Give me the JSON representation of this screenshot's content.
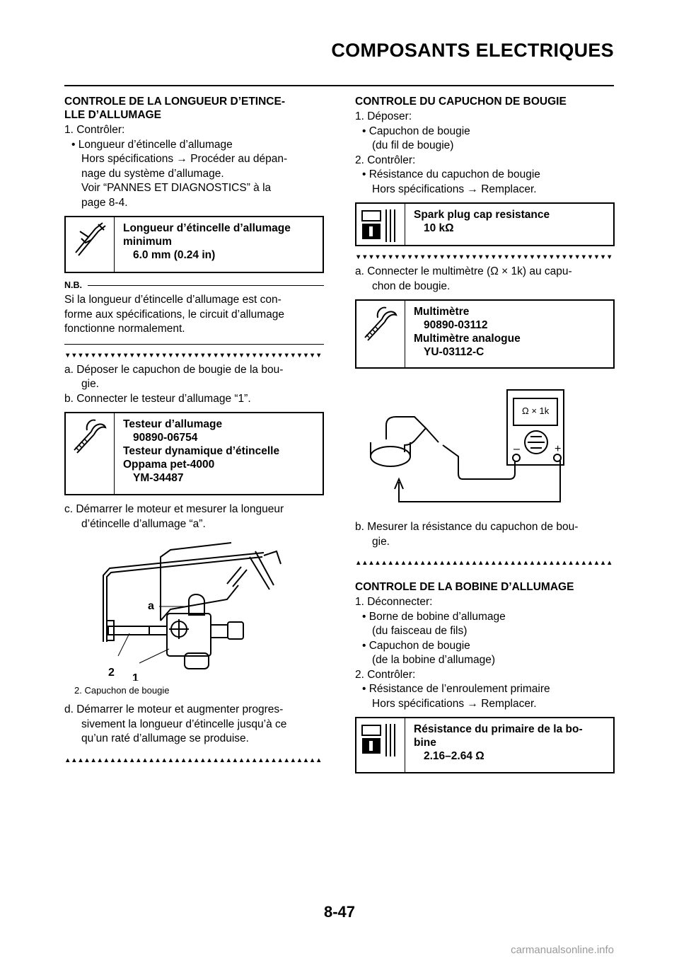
{
  "header": {
    "title": "COMPOSANTS ELECTRIQUES"
  },
  "left": {
    "section1": {
      "title_line1": "CONTROLE DE LA LONGUEUR D’ETINCE-",
      "title_line2": "LLE D’ALLUMAGE",
      "step1": "1. Contrôler:",
      "bullet1": "• Longueur d’étincelle d’allumage",
      "sub1": "Hors spécifications → Procéder au dépan-",
      "sub2": "nage du système d’allumage.",
      "sub3": "Voir “PANNES ET DIAGNOSTICS” à la",
      "sub4": "page 8-4.",
      "spec": {
        "line1": "Longueur d’étincelle d’allumage",
        "line2": "minimum",
        "value": "6.0 mm (0.24 in)"
      },
      "nb_label": "N.B.",
      "nb_text1": "Si la longueur d’étincelle d’allumage est con-",
      "nb_text2": "forme aux spécifications, le circuit d’allumage",
      "nb_text3": "fonctionne normalement.",
      "step_a1": "a. Déposer le capuchon de bougie de la bou-",
      "step_a2": "gie.",
      "step_b": "b. Connecter le testeur d’allumage “1”.",
      "tool": {
        "line1": "Testeur d’allumage",
        "line2": "90890-06754",
        "line3": "Testeur dynamique d’étincelle",
        "line4": "Oppama pet-4000",
        "line5": "YM-34487"
      },
      "step_c1": "c. Démarrer le moteur et mesurer la longueur",
      "step_c2": "d’étincelle d’allumage “a”.",
      "fig_label_a": "a",
      "fig_label_1": "1",
      "fig_label_2": "2",
      "caption": "2. Capuchon de bougie",
      "step_d1": "d. Démarrer le moteur et augmenter progres-",
      "step_d2": "sivement la longueur d’étincelle jusqu’à ce",
      "step_d3": "qu’un raté d’allumage se produise."
    }
  },
  "right": {
    "section2": {
      "title": "CONTROLE DU CAPUCHON DE BOUGIE",
      "step1": "1. Déposer:",
      "bullet1": "• Capuchon de bougie",
      "bullet1b": "(du fil de bougie)",
      "step2": "2. Contrôler:",
      "bullet2": "• Résistance du capuchon de bougie",
      "bullet2b": "Hors spécifications → Remplacer.",
      "spec": {
        "line1": "Spark plug cap resistance",
        "value": "10 kΩ"
      },
      "step_a1": "a. Connecter le multimètre (Ω × 1k) au capu-",
      "step_a2": "chon de bougie.",
      "tool": {
        "line1": "Multimètre",
        "line2": "90890-03112",
        "line3": "Multimètre analogue",
        "line4": "YU-03112-C"
      },
      "meter_label": "Ω × 1k",
      "minus": "–",
      "plus": "+",
      "step_b1": "b. Mesurer la résistance du capuchon de bou-",
      "step_b2": "gie."
    },
    "section3": {
      "title": "CONTROLE DE LA BOBINE D’ALLUMAGE",
      "step1": "1. Déconnecter:",
      "bullet1": "• Borne de bobine d’allumage",
      "bullet1b": "(du faisceau de fils)",
      "bullet2": "• Capuchon de bougie",
      "bullet2b": "(de la bobine d’allumage)",
      "step2": "2. Contrôler:",
      "bullet3": "• Résistance de l’enroulement primaire",
      "bullet3b": "Hors spécifications → Remplacer.",
      "spec": {
        "line1": "Résistance du primaire de la bo-",
        "line2": "bine",
        "value": "2.16–2.64 Ω"
      }
    }
  },
  "triangles_down": "▼▼▼▼▼▼▼▼▼▼▼▼▼▼▼▼▼▼▼▼▼▼▼▼▼▼▼▼▼▼▼▼▼▼▼▼▼▼▼▼",
  "triangles_up": "▲▲▲▲▲▲▲▲▲▲▲▲▲▲▲▲▲▲▲▲▲▲▲▲▲▲▲▲▲▲▲▲▲▲▲▲▲▲▲▲",
  "footer": {
    "page_number": "8-47",
    "watermark": "carmanualsonline.info"
  }
}
